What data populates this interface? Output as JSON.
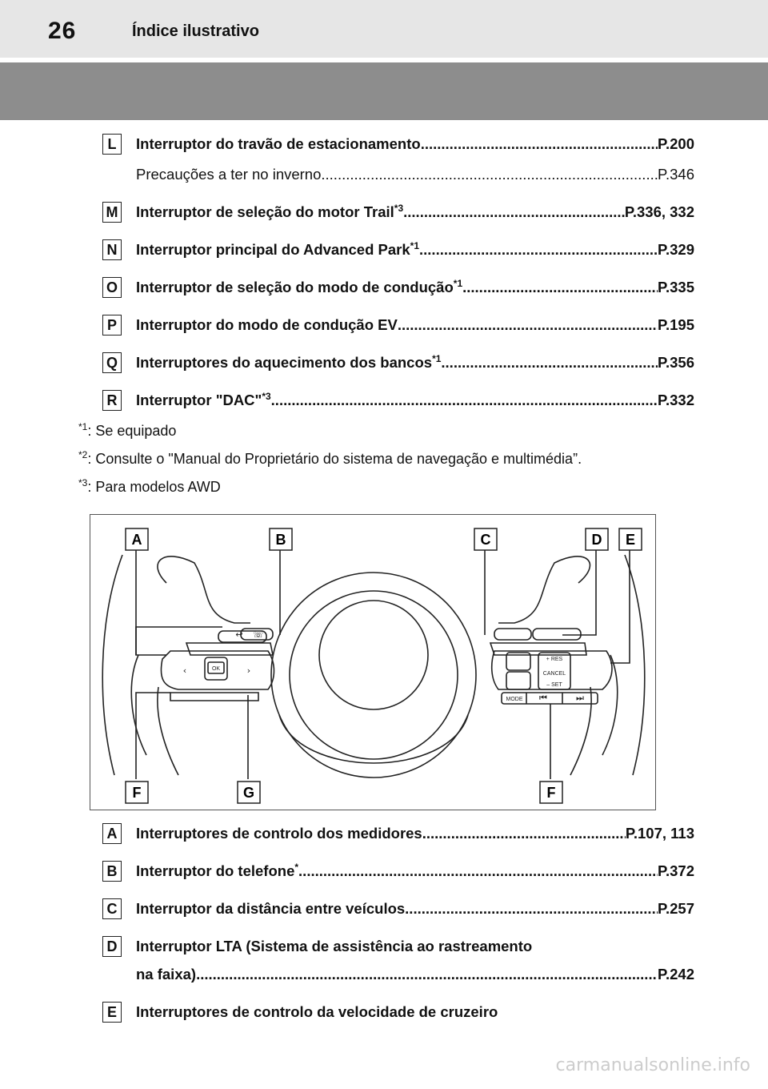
{
  "header": {
    "page_number": "26",
    "section_title": "Índice ilustrativo"
  },
  "entries_top": [
    {
      "letter": "L",
      "name": "Interruptor do travão de estacionamento ",
      "sup": "",
      "page": "P.200"
    },
    {
      "letter": "",
      "name": "Precauções a ter no inverno ",
      "sup": "",
      "page": "P.346"
    },
    {
      "letter": "M",
      "name": "Interruptor de seleção do motor Trail",
      "sup": "*3",
      "page": "P.336, 332"
    },
    {
      "letter": "N",
      "name": "Interruptor principal do Advanced Park",
      "sup": "*1",
      "page": "P.329"
    },
    {
      "letter": "O",
      "name": "Interruptor de seleção do modo de condução",
      "sup": "*1",
      "page": "P.335"
    },
    {
      "letter": "P",
      "name": "Interruptor do modo de condução EV ",
      "sup": "",
      "page": "P.195"
    },
    {
      "letter": "Q",
      "name": "Interruptores do aquecimento dos bancos",
      "sup": "*1",
      "page": "P.356"
    },
    {
      "letter": "R",
      "name": "Interruptor \"DAC\"",
      "sup": "*3",
      "page": "P.332"
    }
  ],
  "footnotes": [
    {
      "mark": "*1",
      "text": ": Se equipado"
    },
    {
      "mark": "*2",
      "text": ": Consulte o \"Manual do Proprietário do sistema de navegação e multimédia”."
    },
    {
      "mark": "*3",
      "text": ": Para modelos AWD"
    }
  ],
  "diagram": {
    "callouts": [
      "A",
      "B",
      "C",
      "D",
      "E",
      "F",
      "G",
      "F"
    ],
    "button_labels": {
      "ok": "OK",
      "mode": "MODE",
      "cancel": "CANCEL",
      "res": "+ RES",
      "set": "– SET"
    }
  },
  "entries_bottom": [
    {
      "letter": "A",
      "name": "Interruptores de controlo dos medidores ",
      "sup": "",
      "page": "P.107, 113"
    },
    {
      "letter": "B",
      "name": "Interruptor do telefone",
      "sup": "*",
      "page": "P.372"
    },
    {
      "letter": "C",
      "name": "Interruptor da distância entre veículos",
      "sup": "",
      "page": "P.257"
    },
    {
      "letter": "D",
      "name": "Interruptor LTA (Sistema de assistência ao rastreamento",
      "sup": "",
      "page": ""
    },
    {
      "letter": "",
      "name": "na faixa) ",
      "sup": "",
      "page": "P.242"
    },
    {
      "letter": "E",
      "name": "Interruptores de controlo da velocidade de cruzeiro",
      "sup": "",
      "page": ""
    }
  ],
  "watermark": "carmanualsonline.info"
}
